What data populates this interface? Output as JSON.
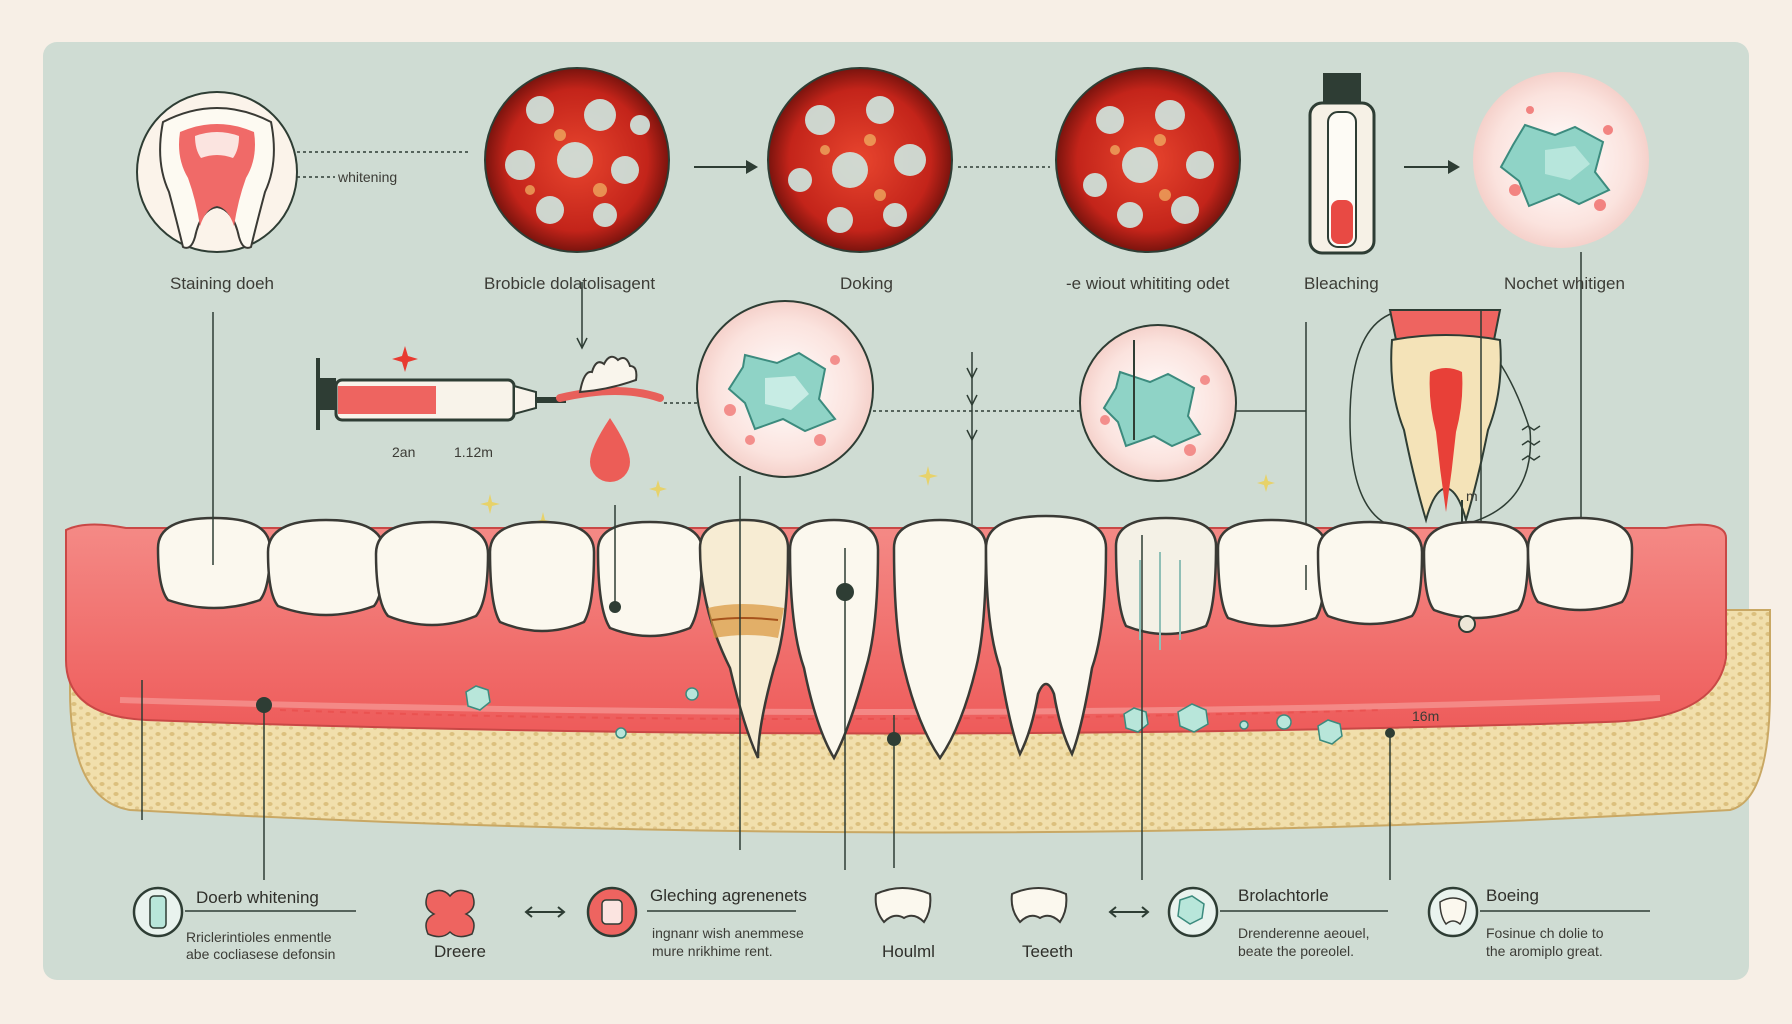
{
  "top_labels": {
    "staining": "Staining doeh",
    "agent": "Brobicle dolatolisagent",
    "doking": "Doking",
    "without": "-e wiout whititing odet",
    "bleaching": "Bleaching",
    "nochet": "Nochet whitigen",
    "whitening_tag": "whitening"
  },
  "measure_labels": {
    "syringe_a": "2an",
    "syringe_b": "1.12m",
    "root_m": "m",
    "gum_m": "16m"
  },
  "legend": [
    {
      "title": "Doerb whitening",
      "desc1": "Rriclerintioles enmentle",
      "desc2": "abe cocliasese defonsin"
    },
    {
      "title": "Dreere"
    },
    {
      "title": "Gleching agrenenets",
      "desc1": "ingnanr wish anemmese",
      "desc2": "mure nrikhime rent."
    },
    {
      "title": "Houlml"
    },
    {
      "title": "Teeeth"
    },
    {
      "title": "Brolachtorle",
      "desc1": "Drenderenne aeouel,",
      "desc2": "beate  the poreolel."
    },
    {
      "title": "Boeing",
      "desc1": "Fosinue ch dolie to",
      "desc2": "the aromiplo great."
    }
  ],
  "colors": {
    "background": "#f7efe6",
    "panel": "#cfdcd3",
    "gum": "#f06a68",
    "bone": "#f0dca6",
    "tooth": "#fbf8ee",
    "stain": "#c2261e",
    "crystal": "#8fd3c6",
    "line": "#2e3d34"
  },
  "icons": [
    "tooth-icon",
    "micro-circle-icon",
    "syringe-icon",
    "toothbrush-icon",
    "drop-icon",
    "vial-icon",
    "sparkle-icon",
    "arrow-icon"
  ]
}
